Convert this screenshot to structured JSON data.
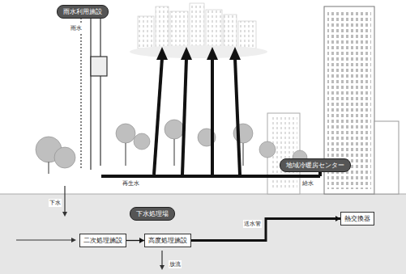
{
  "diagram": {
    "nodes": [
      {
        "text": [
          "雨水利用施設"
        ]
      },
      {
        "text": [
          "下水処理場"
        ]
      },
      {
        "text": [
          "地域冷暖房センター"
        ]
      },
      {
        "text": [
          "二次処理施設"
        ]
      },
      {
        "text": [
          "高度処理施設"
        ]
      },
      {
        "text": [
          "熱交換器"
        ]
      }
    ],
    "edges": [
      {
        "from": 3,
        "to": 4,
        "arrow": "to"
      },
      {
        "from": 4,
        "to": 5,
        "arrow": "to"
      }
    ],
    "labels": [
      "雨水",
      "再生水",
      "給水",
      "下水",
      "放流",
      "送水管"
    ]
  }
}
